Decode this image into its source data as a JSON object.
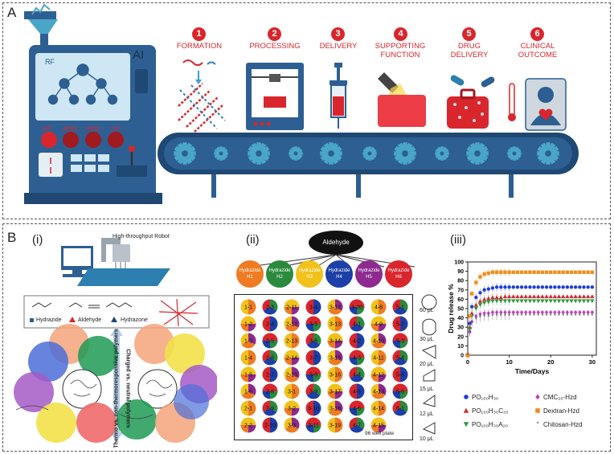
{
  "panelA": {
    "label": "A",
    "machine": {
      "title": "AI",
      "screen_label": "RF",
      "buttons": [
        "RF",
        "ANN",
        "SVM",
        "LR"
      ]
    },
    "steps": [
      {
        "num": "1",
        "text": "FORMATION"
      },
      {
        "num": "2",
        "text": "PROCESSING"
      },
      {
        "num": "3",
        "text": "DELIVERY"
      },
      {
        "num": "4",
        "text": "SUPPORTING FUNCTION"
      },
      {
        "num": "5",
        "text": "DRUG DELIVERY"
      },
      {
        "num": "6",
        "text": "CLINICAL OUTCOME"
      }
    ],
    "colors": {
      "step_red": "#d9262c",
      "machine": "#2d5f93",
      "screen": "#cfe7f5",
      "conveyor": "#2d5f93",
      "gear": "#4aa6c8"
    }
  },
  "panelB": {
    "label": "B",
    "sub_i": {
      "label": "(i)",
      "robot_label": "High-throughput Robot",
      "reaction_labels": [
        "Hydrazide",
        "Aldehyde",
        "Hydrazone"
      ],
      "side_label": "Thermo vs. non-thermoresponsive polymers",
      "side_label2": "Charged vs. neutral polymers"
    },
    "sub_ii": {
      "label": "(ii)",
      "top_node": "Aldehyde",
      "hydrazides": [
        {
          "line1": "Hydrazide",
          "line2": "H1",
          "color": "#ef7b22"
        },
        {
          "line1": "Hydrazide",
          "line2": "H2",
          "color": "#2b8a3e"
        },
        {
          "line1": "Hydrazide",
          "line2": "H3",
          "color": "#f2c21b"
        },
        {
          "line1": "Hydrazide",
          "line2": "H4",
          "color": "#1c3fa8"
        },
        {
          "line1": "Hydrazide",
          "line2": "H5",
          "color": "#8e2a8e"
        },
        {
          "line1": "Hydrazide",
          "line2": "H6",
          "color": "#d9262c"
        }
      ],
      "wells": [
        [
          "1-1",
          "2-3",
          "2-11",
          "3-4",
          "3-12",
          "3-20",
          "4-8",
          "5-1"
        ],
        [
          "1-2",
          "2-4",
          "2-12",
          "3-5",
          "3-13",
          "4-1",
          "4-9",
          "5-2"
        ],
        [
          "1-3",
          "2-5",
          "2-13",
          "3-6",
          "3-14",
          "4-2",
          "4-10",
          "5-3"
        ],
        [
          "1-4",
          "2-6",
          "2-14",
          "3-7",
          "3-15",
          "4-3",
          "4-11",
          "5-4"
        ],
        [
          "1-5",
          "2-7",
          "2-15",
          "3-8",
          "3-16",
          "4-4",
          "4-12",
          "5-5"
        ],
        [
          "1-6",
          "2-8",
          "3-1",
          "3-9",
          "3-17",
          "4-5",
          "4-13",
          "5-6"
        ],
        [
          "2-1",
          "2-9",
          "3-2",
          "3-10",
          "3-18",
          "4-6",
          "4-14",
          "6-1"
        ],
        [
          "2-2",
          "2-10",
          "3-3",
          "3-11",
          "3-19",
          "4-7",
          "4-15",
          ""
        ]
      ],
      "volumes": [
        "60 μL",
        "30 μL",
        "20 μL",
        "15 μL",
        "12 μL",
        "10 μL"
      ],
      "plate_label": "96 well plate"
    },
    "sub_iii": {
      "label": "(iii)"
    }
  },
  "chart_data": {
    "type": "scatter",
    "xlabel": "Time/Days",
    "ylabel": "Drug release %",
    "xlim": [
      0,
      31
    ],
    "ylim": [
      0,
      100
    ],
    "xticks": [
      0,
      10,
      20,
      30
    ],
    "yticks": [
      0,
      10,
      20,
      30,
      40,
      50,
      60,
      70,
      80,
      90,
      100
    ],
    "grid": false,
    "legend_position": "bottom",
    "x": [
      0,
      0.5,
      1,
      2,
      3,
      4,
      5,
      6,
      7,
      8,
      9,
      10,
      11,
      12,
      13,
      14,
      15,
      16,
      17,
      18,
      19,
      20,
      21,
      22,
      23,
      24,
      25,
      26,
      27,
      28,
      29,
      30
    ],
    "series": [
      {
        "name": "PO100H30",
        "color": "#1c3fd8",
        "marker": "circle",
        "values": [
          0,
          34,
          52,
          62,
          67,
          70,
          71,
          72,
          73,
          73,
          73,
          73,
          73,
          73,
          73,
          73,
          73,
          73,
          73,
          73,
          73,
          73,
          73,
          73,
          73,
          73,
          73,
          73,
          73,
          73,
          73,
          73
        ]
      },
      {
        "name": "PO100H30C20",
        "color": "#d9262c",
        "marker": "triangle-up",
        "values": [
          0,
          30,
          45,
          54,
          58,
          60,
          61,
          62,
          62,
          62,
          63,
          63,
          63,
          63,
          63,
          63,
          63,
          63,
          63,
          63,
          63,
          63,
          63,
          63,
          63,
          63,
          63,
          63,
          63,
          63,
          63,
          63
        ]
      },
      {
        "name": "PO100H30A20",
        "color": "#2b9a3e",
        "marker": "triangle-down",
        "values": [
          0,
          28,
          42,
          50,
          54,
          56,
          57,
          58,
          58,
          58,
          58,
          58,
          58,
          58,
          58,
          58,
          58,
          58,
          58,
          58,
          58,
          58,
          58,
          58,
          58,
          58,
          58,
          58,
          58,
          58,
          58,
          58
        ]
      },
      {
        "name": "CMC20-Hzd",
        "color": "#c23bc2",
        "marker": "diamond",
        "values": [
          0,
          25,
          36,
          42,
          44,
          45,
          45,
          46,
          46,
          46,
          46,
          46,
          46,
          46,
          46,
          46,
          46,
          46,
          46,
          46,
          46,
          46,
          46,
          46,
          46,
          46,
          46,
          46,
          46,
          46,
          46,
          46
        ]
      },
      {
        "name": "Dextran-Hzd",
        "color": "#f28c1a",
        "marker": "square",
        "values": [
          0,
          42,
          66,
          78,
          84,
          87,
          88,
          89,
          89,
          89,
          89,
          89,
          89,
          89,
          89,
          89,
          89,
          89,
          89,
          89,
          89,
          89,
          89,
          89,
          89,
          89,
          89,
          89,
          89,
          89,
          89,
          89
        ]
      },
      {
        "name": "Chitosan-Hzd",
        "color": "#555555",
        "marker": "star",
        "values": [
          0,
          24,
          34,
          38,
          40,
          41,
          41,
          42,
          42,
          42,
          42,
          42,
          42,
          42,
          42,
          42,
          42,
          42,
          42,
          42,
          42,
          42,
          42,
          42,
          42,
          42,
          42,
          42,
          42,
          42,
          42,
          42
        ]
      }
    ]
  }
}
